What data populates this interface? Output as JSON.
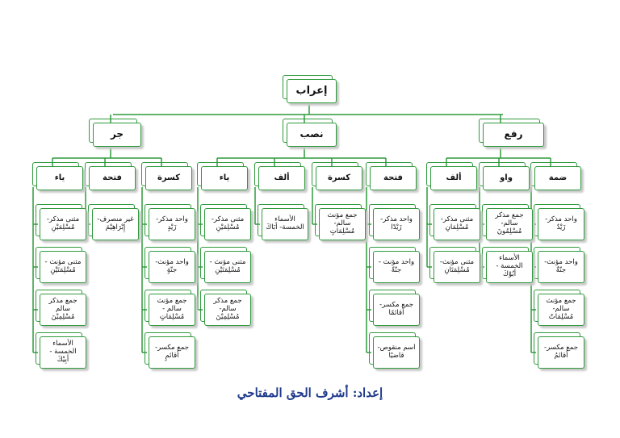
{
  "diagram": {
    "root": {
      "label": "إعراب"
    },
    "branches": [
      {
        "label": "رفع",
        "markers": [
          {
            "label": "ضمة",
            "items": [
              "واحد مذكر- زَيْدٌ",
              "واحد مؤنث- جنّةٌ",
              "جمع مؤنث سالم- مُسْلِمَاتٌ",
              "جمع مكسر- أقائمُ"
            ]
          },
          {
            "label": "واو",
            "items": [
              "جمع مذكر سالم- مُسْلِمُونَ",
              "الأسماء الخمسة - أبُوْكَ"
            ]
          },
          {
            "label": "ألف",
            "items": [
              "مثنى مذكر- مُسْلِمَانِ",
              "مثنى مؤنث- مُسْلِمَتَانِ"
            ]
          }
        ]
      },
      {
        "label": "نصب",
        "markers": [
          {
            "label": "فتحة",
            "items": [
              "واحد مذكر- زَيْدًا",
              "واحد مؤنث - جنّةً",
              "جمع مكسر- أقائمًا",
              "اسم منقوص- قاضيًا"
            ]
          },
          {
            "label": "كسرة",
            "items": [
              "جمع مؤنث سالم- مُسْلِمَاتٍ"
            ]
          },
          {
            "label": "ألف",
            "items": [
              "الأسماء الخمسة- أبَاكَ"
            ]
          },
          {
            "label": "ياء",
            "items": [
              "مثنى مذكر- مُسْلِمَيْنِ",
              "مثنى مؤنث - مُسْلِمَتَيْنِ",
              "جمع مذكر سالم- مُسْلِمِيْنَ"
            ]
          }
        ]
      },
      {
        "label": "جر",
        "markers": [
          {
            "label": "كسرة",
            "items": [
              "واحد مذكر- زَيْدٍ",
              "واحد مؤنث- جنّةٍ",
              "جمع مؤنث سالم - مُسْلِمَاتٍ",
              "جمع مكسر- أقائمٍ"
            ]
          },
          {
            "label": "فتحة",
            "items": [
              "غير منصرف- إِبْرَاهِيْمَ"
            ]
          },
          {
            "label": "ياء",
            "items": [
              "مثنى مذكر- مُسْلِمَيْنِ",
              "مثنى مؤنث - مُسْلِمَتَيْنِ",
              "جمع مذكر سالم مُسْلِمِيْنَ",
              "الأسماء الخمسة - أبِيْكَ"
            ]
          }
        ]
      }
    ]
  },
  "footer": {
    "author": "إعداد: أشرف الحق المفتاحي"
  },
  "colors": {
    "border": "#2f9a3c",
    "connector": "#2f9a3c",
    "author_text": "#1f3a8a"
  }
}
